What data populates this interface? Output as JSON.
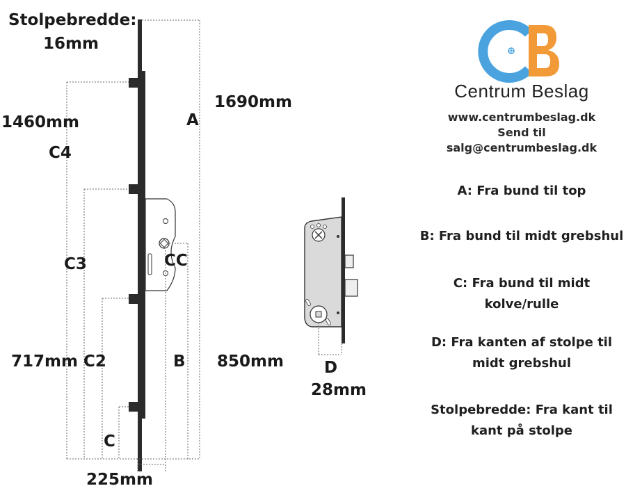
{
  "labels": {
    "stolpebredde_title": "Stolpebredde:",
    "stolpebredde_value": "16mm",
    "dim_1460": "1460mm",
    "c4": "C4",
    "a": "A",
    "dim_1690": "1690mm",
    "c3": "C3",
    "cc": "CC",
    "dim_717": "717mm",
    "c2": "C2",
    "b": "B",
    "dim_850": "850mm",
    "c": "C",
    "dim_225": "225mm",
    "d": "D",
    "dim_28": "28mm"
  },
  "brand": {
    "name": "Centrum Beslag",
    "logo_colors": {
      "blue": "#4aa3df",
      "orange": "#f29a38"
    }
  },
  "contact": {
    "website": "www.centrumbeslag.dk",
    "send_text": "Send til",
    "email": "salg@centrumbeslag.dk"
  },
  "legend": {
    "a": "A: Fra bund til top",
    "b": "B: Fra bund til midt grebshul",
    "c_line1": "C: Fra bund til midt",
    "c_line2": "kolve/rulle",
    "d_line1": "D: Fra kanten af stolpe til",
    "d_line2": "midt grebshul",
    "s_line1": "Stolpebredde: Fra kant til",
    "s_line2": "kant på stolpe"
  }
}
